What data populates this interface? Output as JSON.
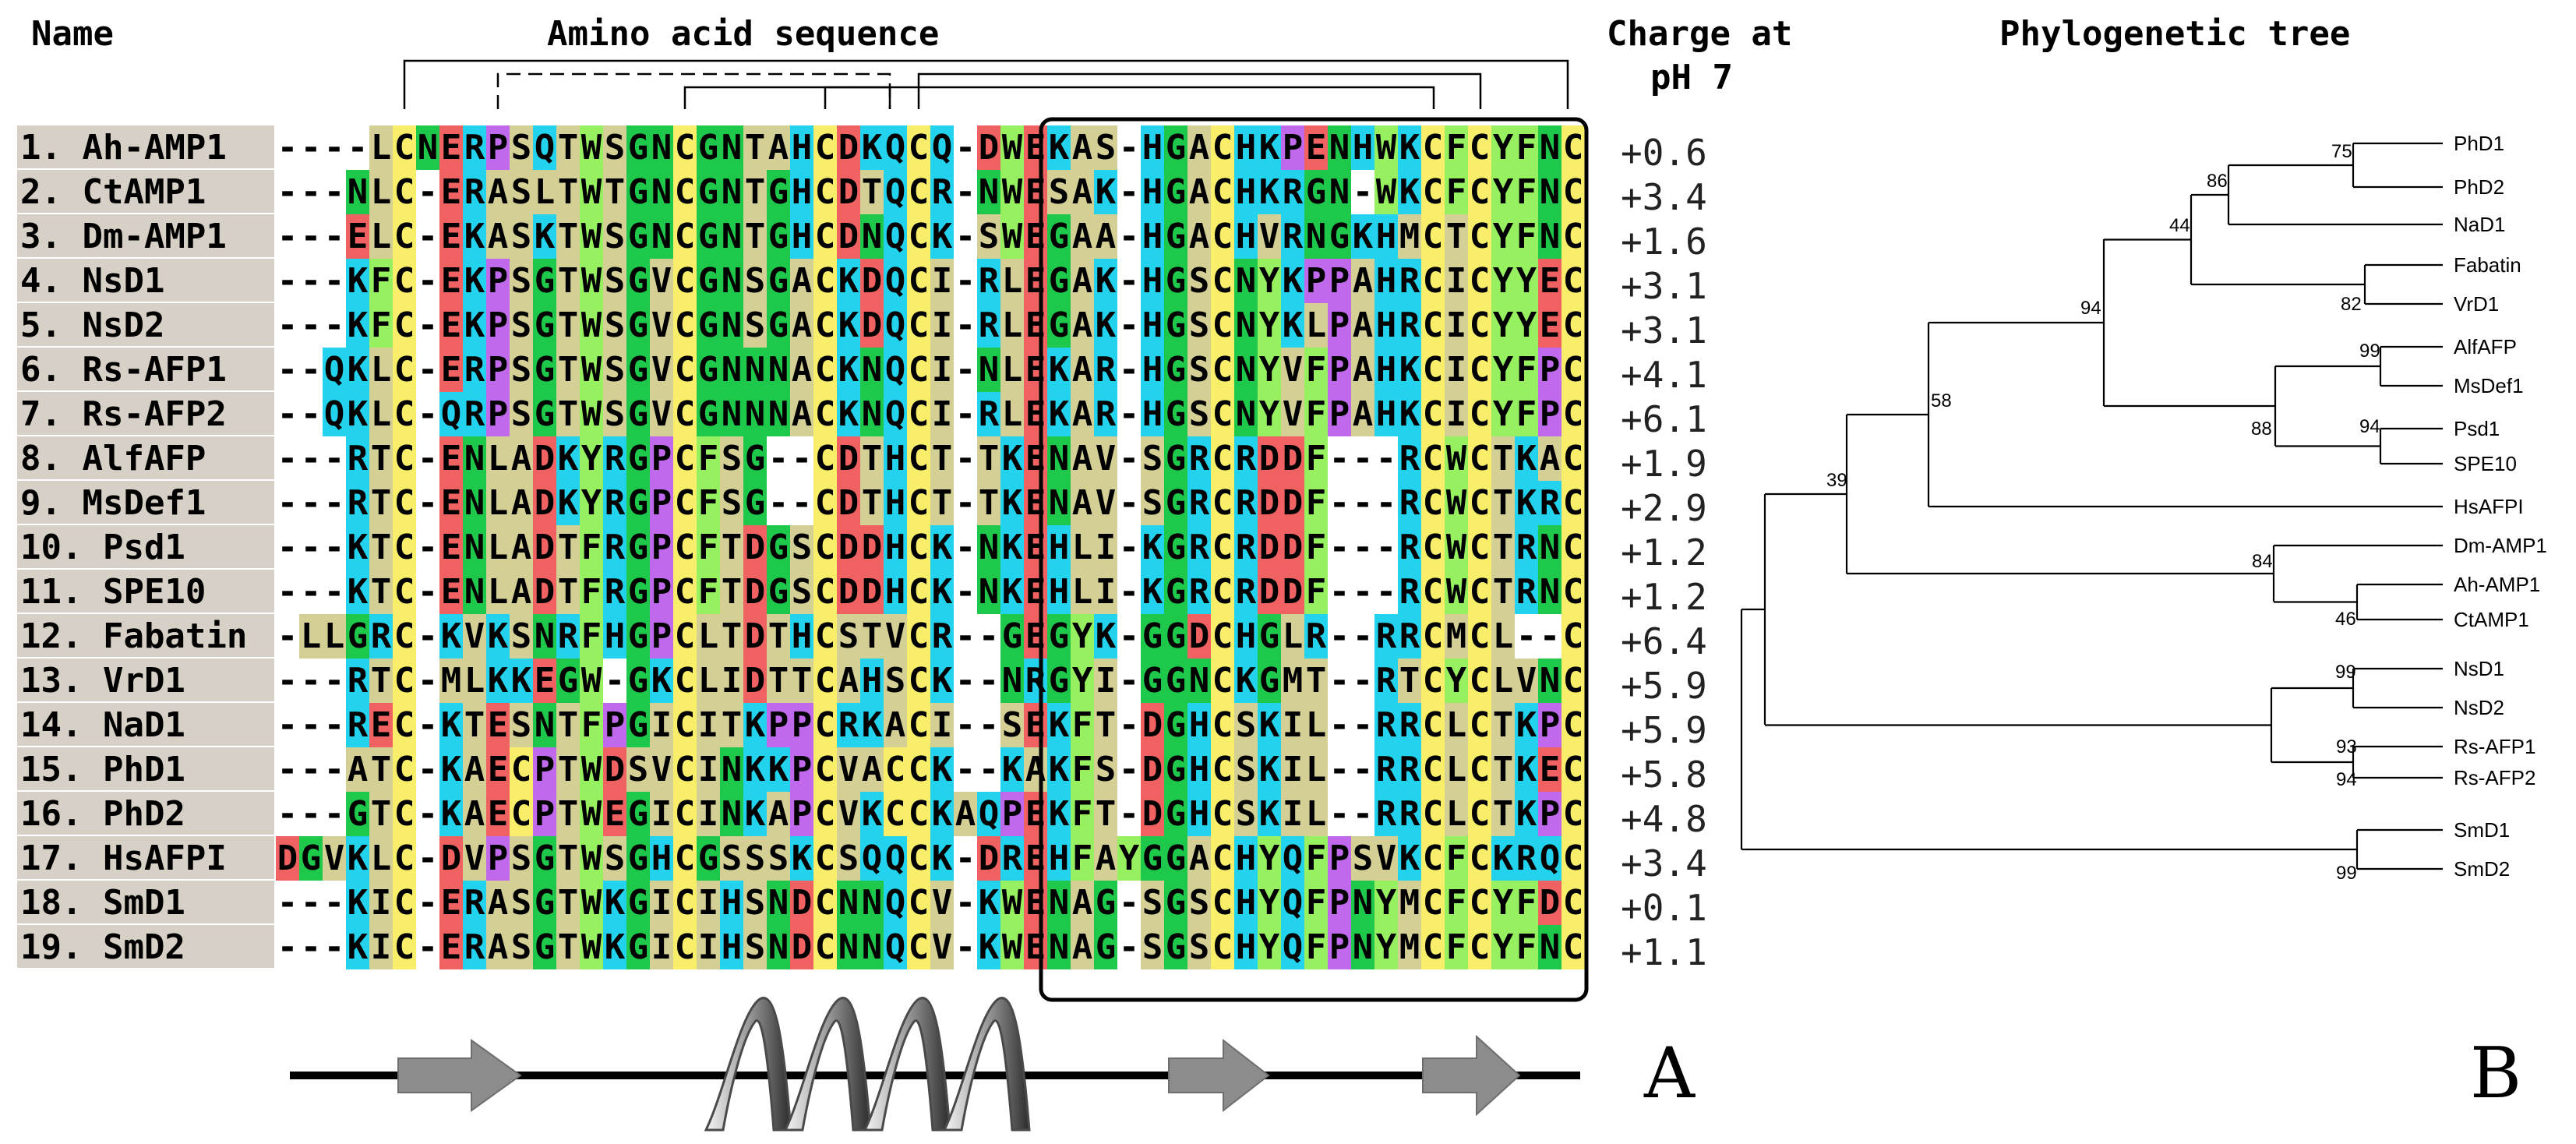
{
  "headers": {
    "name": "Name",
    "sequence": "Amino acid sequence",
    "charge_line1": "Charge at",
    "charge_line2": "pH 7",
    "tree": "Phylogenetic tree"
  },
  "panels": {
    "a": "A",
    "b": "B"
  },
  "colors": {
    "yellow": "#f8ee6a",
    "cyan": "#23d3ed",
    "green": "#1ec84a",
    "red": "#f06262",
    "purple": "#c169ec",
    "tan": "#d4cf94",
    "lime": "#96f060",
    "white": "#ffffff",
    "namebg": "#d6d0c6",
    "strand": "#8c8c8c"
  },
  "alignment": [
    {
      "name": "1. Ah-AMP1",
      "seq": "----LCNERPSQTWSGNCGNTAHCDKQCQ-DWEKAS-HGACHKPENHWKCFCYFNC",
      "charge": "+0.6"
    },
    {
      "name": "2. CtAMP1",
      "seq": "---NLC-ERASLTWTGNCGNTGHCDTQCR-NWESAK-HGACHKRGN-WKCFCYFNC",
      "charge": "+3.4"
    },
    {
      "name": "3. Dm-AMP1",
      "seq": "---ELC-EKASKTWSGNCGNTGHCDNQCK-SWEGAA-HGACHVRNGKHMCTCYFNC",
      "charge": "+1.6"
    },
    {
      "name": "4. NsD1",
      "seq": "---KFC-EKPSGTWSGVCGNSGACKDQCI-RLEGAK-HGSCNYKPPAHRCICYYEC",
      "charge": "+3.1"
    },
    {
      "name": "5. NsD2",
      "seq": "---KFC-EKPSGTWSGVCGNSGACKDQCI-RLEGAK-HGSCNYKLPAHRCICYYEC",
      "charge": "+3.1"
    },
    {
      "name": "6. Rs-AFP1",
      "seq": "--QKLC-ERPSGTWSGVCGNNNACKNQCI-NLEKAR-HGSCNYVFPAHKCICYFPC",
      "charge": "+4.1"
    },
    {
      "name": "7. Rs-AFP2",
      "seq": "--QKLC-QRPSGTWSGVCGNNNACKNQCI-RLEKAR-HGSCNYVFPAHKCICYFPC",
      "charge": "+6.1"
    },
    {
      "name": "8. AlfAFP",
      "seq": "---RTC-ENLADKYRGPCFSG--CDTHCT-TKENAV-SGRCRDDF---RCWCTKAC",
      "charge": "+1.9"
    },
    {
      "name": "9. MsDef1",
      "seq": "---RTC-ENLADKYRGPCFSG--CDTHCT-TKENAV-SGRCRDDF---RCWCTKRC",
      "charge": "+2.9"
    },
    {
      "name": "10. Psd1",
      "seq": "---KTC-ENLADTFRGPCFTDGSCDDHCK-NKEHLI-KGRCRDDF---RCWCTRNC",
      "charge": "+1.2"
    },
    {
      "name": "11. SPE10",
      "seq": "---KTC-ENLADTFRGPCFTDGSCDDHCK-NKEHLI-KGRCRDDF---RCWCTRNC",
      "charge": "+1.2"
    },
    {
      "name": "12. Fabatin",
      "seq": "-LLGRC-KVKSNRFHGPCLTDTHCSTVCR--GEGYK-GGDCHGLR--RRCMCL--C",
      "charge": "+6.4"
    },
    {
      "name": "13. VrD1",
      "seq": "---RTC-MLKKEGW-GKCLIDTTCAHSCK--NRGYI-GGNCKGMT--RTCYCLVNC",
      "charge": "+5.9"
    },
    {
      "name": "14. NaD1",
      "seq": "---REC-KTESNTFPGICITKPPCRKACI--SEKFT-DGHCSKIL--RRCLCTKPC",
      "charge": "+5.9"
    },
    {
      "name": "15. PhD1",
      "seq": "---ATC-KAECPTWDSVCINKKPCVACCK--KAKFS-DGHCSKIL--RRCLCTKEC",
      "charge": "+5.8"
    },
    {
      "name": "16. PhD2",
      "seq": "---GTC-KAECPTWEGICINKAPCVKCCKAQPEKFT-DGHCSKIL--RRCLCTKPC",
      "charge": "+4.8"
    },
    {
      "name": "17. HsAFPI",
      "seq": "DGVKLC-DVPSGTWSGHCGSSSKCSQQCK-DREHFAYGGACHYQFPSVKCFCKRQC",
      "charge": "+3.4"
    },
    {
      "name": "18. SmD1",
      "seq": "---KIC-ERASGTWKGICIHSNDCNNQCV-KWENAG-SGSCHYQFPNYMCFCYFDC",
      "charge": "+0.1"
    },
    {
      "name": "19. SmD2",
      "seq": "---KIC-ERASGTWKGICIHSNDCNNQCV-KWENAG-SGSCHYQFPNYMCFCYFNC",
      "charge": "+1.1"
    }
  ],
  "tree": {
    "leaves": [
      "PhD1",
      "PhD2",
      "NaD1",
      "Fabatin",
      "VrD1",
      "AlfAFP",
      "MsDef1",
      "Psd1",
      "SPE10",
      "HsAFPI",
      "Dm-AMP1",
      "Ah-AMP1",
      "CtAMP1",
      "NsD1",
      "NsD2",
      "Rs-AFP1",
      "Rs-AFP2",
      "SmD1",
      "SmD2"
    ],
    "bootstrap": [
      "75",
      "86",
      "44",
      "82",
      "94",
      "99",
      "94",
      "88",
      "58",
      "39",
      "84",
      "46",
      "99",
      "93",
      "94",
      "99"
    ]
  }
}
